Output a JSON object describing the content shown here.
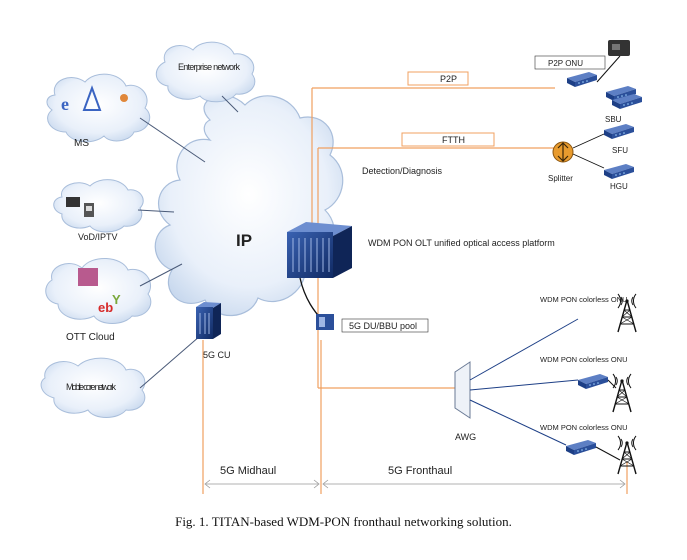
{
  "caption": "Fig. 1. TITAN-based WDM-PON fronthaul networking solution.",
  "core": {
    "label": "IP"
  },
  "services": [
    {
      "label": "MS"
    },
    {
      "label": "VoD/IPTV"
    },
    {
      "label": "OTT Cloud"
    },
    {
      "label": "Mobile core network"
    }
  ],
  "enterprise": {
    "label": "Enterprise network"
  },
  "olt": {
    "label": "WDM PON OLT unified optical access platform"
  },
  "du": {
    "label": "5G DU/BBU pool"
  },
  "cu": {
    "label": "5G CU"
  },
  "links": {
    "p2p": "P2P",
    "ftth": "FTTH",
    "detection": "Detection/Diagnosis"
  },
  "ftth_side": {
    "p2p_onu": "P2P ONU",
    "sbu": "SBU",
    "sfu": "SFU",
    "hgu": "HGU",
    "splitter": "Splitter"
  },
  "awg": {
    "label": "AWG"
  },
  "colorless_onu": [
    "WDM PON colorless ONU",
    "WDM PON colorless ONU",
    "WDM PON colorless ONU"
  ],
  "sections": {
    "midhaul": "5G Midhaul",
    "fronthaul": "5G Fronthaul"
  },
  "colors": {
    "fiber": "#f0a060",
    "cloud_fill": "#dce8f6",
    "cloud_stroke": "#a9bedb",
    "equipment": "#1d3f86",
    "ip_text": "#2e8b8b"
  }
}
